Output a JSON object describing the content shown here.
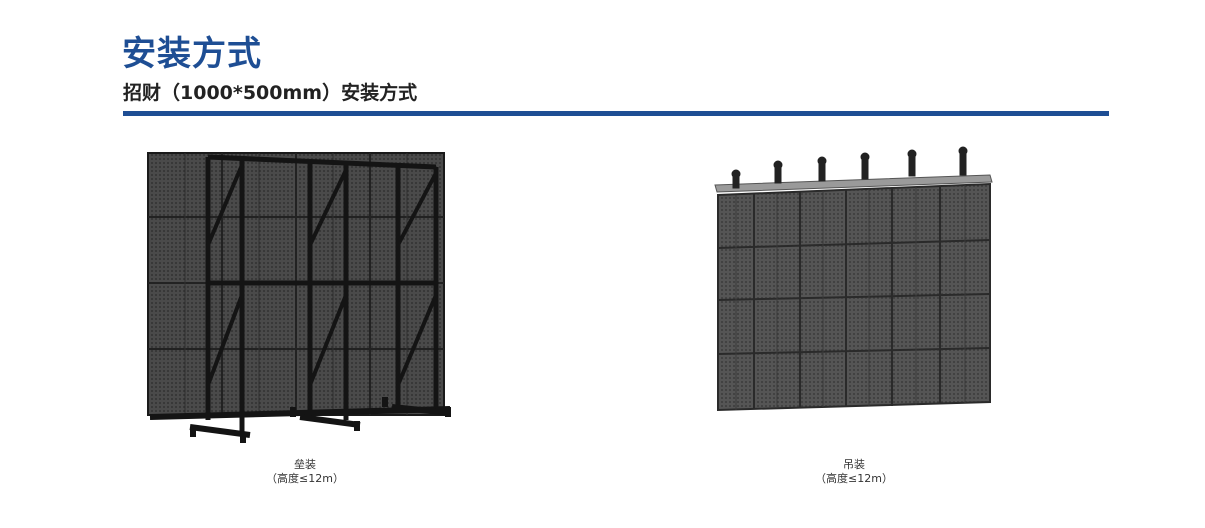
{
  "page": {
    "title": "安装方式",
    "subtitle": "招财（1000*500mm）安装方式"
  },
  "figures": [
    {
      "caption_line1": "垒装",
      "caption_line2": "（高度≤12m）"
    },
    {
      "caption_line1": "吊装",
      "caption_line2": "（高度≤12m）"
    }
  ],
  "colors": {
    "accent": "#1e4e94",
    "panel": "#3a3a3a",
    "frame": "#1a1a1a"
  }
}
